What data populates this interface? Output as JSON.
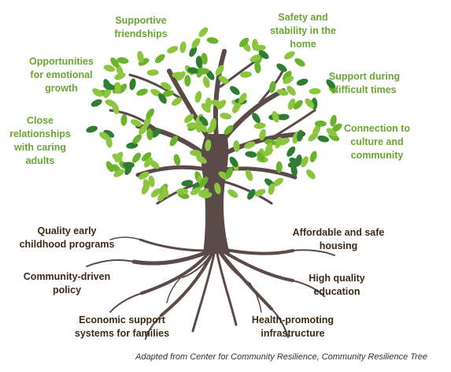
{
  "colors": {
    "leaf_text": "#6aa632",
    "root_text": "#3d2a16",
    "trunk": "#5a4a48",
    "leaf_light": "#8cc63f",
    "leaf_mid": "#6ab42d",
    "leaf_dark": "#2f7d32"
  },
  "leaves": [
    {
      "id": "supportive-friendships",
      "lines": [
        "Supportive",
        "friendships"
      ]
    },
    {
      "id": "safety-stability",
      "lines": [
        "Safety and",
        "stability in the",
        "home"
      ]
    },
    {
      "id": "emotional-growth",
      "lines": [
        "Opportunities",
        "for emotional",
        "growth"
      ]
    },
    {
      "id": "difficult-times",
      "lines": [
        "Support during",
        "difficult times"
      ]
    },
    {
      "id": "close-relationships",
      "lines": [
        "Close",
        "relationships",
        "with caring",
        "adults"
      ]
    },
    {
      "id": "culture-community",
      "lines": [
        "Connection to",
        "culture and",
        "community"
      ]
    }
  ],
  "roots": [
    {
      "id": "early-childhood",
      "lines": [
        "Quality early",
        "childhood programs"
      ]
    },
    {
      "id": "affordable-housing",
      "lines": [
        "Affordable and safe",
        "housing"
      ]
    },
    {
      "id": "community-policy",
      "lines": [
        "Community-driven",
        "policy"
      ]
    },
    {
      "id": "high-quality-education",
      "lines": [
        "High quality",
        "education"
      ]
    },
    {
      "id": "economic-support",
      "lines": [
        "Economic support",
        "systems for families"
      ]
    },
    {
      "id": "health-infrastructure",
      "lines": [
        "Health-promoting",
        "infrastructure"
      ]
    }
  ],
  "caption": "Adapted from Center for Community Resilience, Community Resilience Tree"
}
